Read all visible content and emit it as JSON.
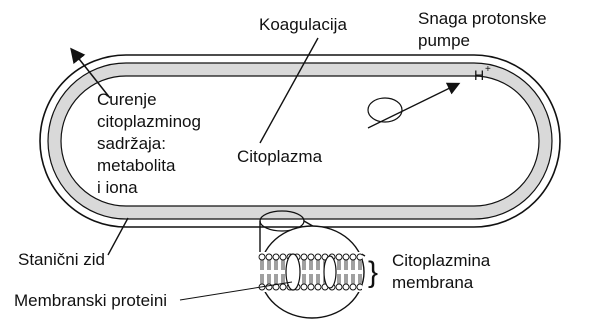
{
  "diagram": {
    "labels": {
      "koagulacija": "Koagulacija",
      "snaga_line1": "Snaga protonske",
      "snaga_line2": "pumpe",
      "h_plus": "H",
      "h_plus_sup": "+",
      "curenje_line1": "Curenje",
      "curenje_line2": "citoplazminog",
      "curenje_line3": "sadržaja:",
      "curenje_line4": "metabolita",
      "curenje_line5": "i iona",
      "citoplazma": "Citoplazma",
      "stanicni_zid": "Stanični zid",
      "citoplazmina_line1": "Citoplazmina",
      "citoplazmina_line2": "membrana",
      "brace": "}",
      "membranski_proteini": "Membranski proteini"
    },
    "colors": {
      "ink": "#111111",
      "wall_band": "#d9d9d9",
      "background": "#ffffff"
    }
  }
}
